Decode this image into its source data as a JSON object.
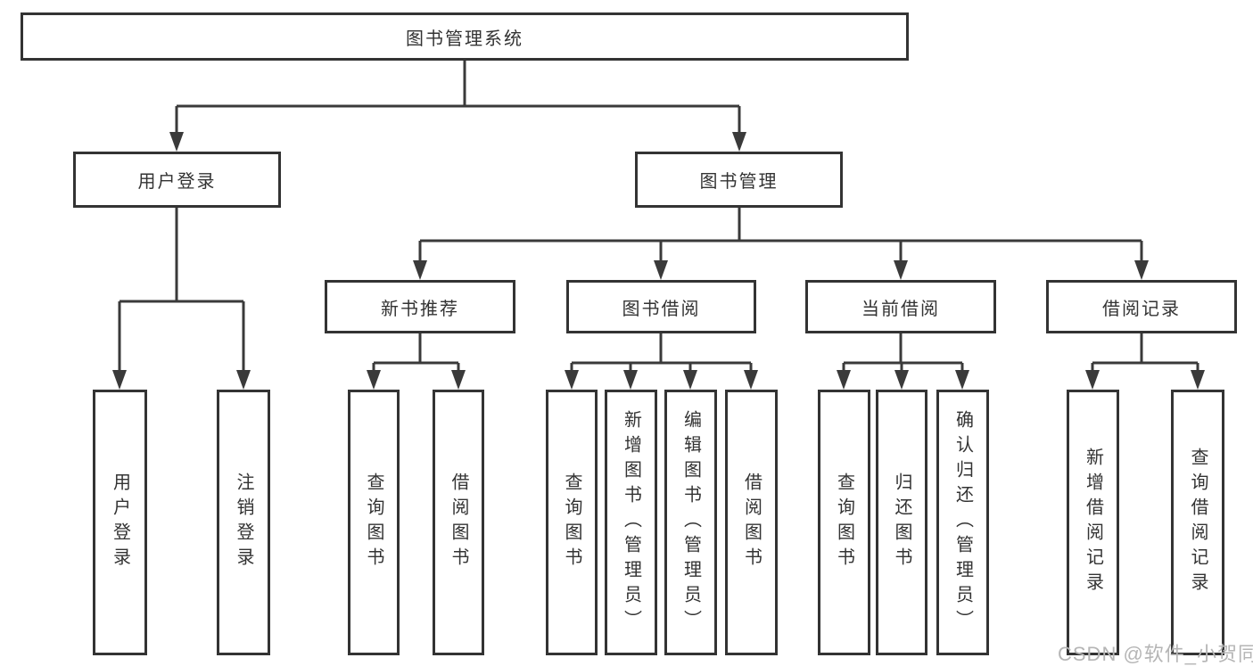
{
  "diagram": {
    "title": "图书管理系统",
    "level2": [
      {
        "label": "用户登录"
      },
      {
        "label": "图书管理"
      }
    ],
    "level3": [
      {
        "label": "新书推荐"
      },
      {
        "label": "图书借阅"
      },
      {
        "label": "当前借阅"
      },
      {
        "label": "借阅记录"
      }
    ],
    "leaves": {
      "user_login": [
        {
          "label": "用户登录"
        },
        {
          "label": "注销登录"
        }
      ],
      "new_book_rec": [
        {
          "label": "查询图书"
        },
        {
          "label": "借阅图书"
        }
      ],
      "book_borrow": [
        {
          "label": "查询图书"
        },
        {
          "label": "新增图书（管理员）"
        },
        {
          "label": "编辑图书（管理员）"
        },
        {
          "label": "借阅图书"
        }
      ],
      "current_borrow": [
        {
          "label": "查询图书"
        },
        {
          "label": "归还图书"
        },
        {
          "label": "确认归还（管理员）"
        }
      ],
      "borrow_record": [
        {
          "label": "新增借阅记录"
        },
        {
          "label": "查询借阅记录"
        }
      ]
    },
    "watermark": "CSDN @软件_小贺同学",
    "colors": {
      "line": "#3a3a3a",
      "border": "#333333",
      "text": "#333333",
      "background": "#ffffff",
      "watermark": "#b5b5b5"
    }
  }
}
